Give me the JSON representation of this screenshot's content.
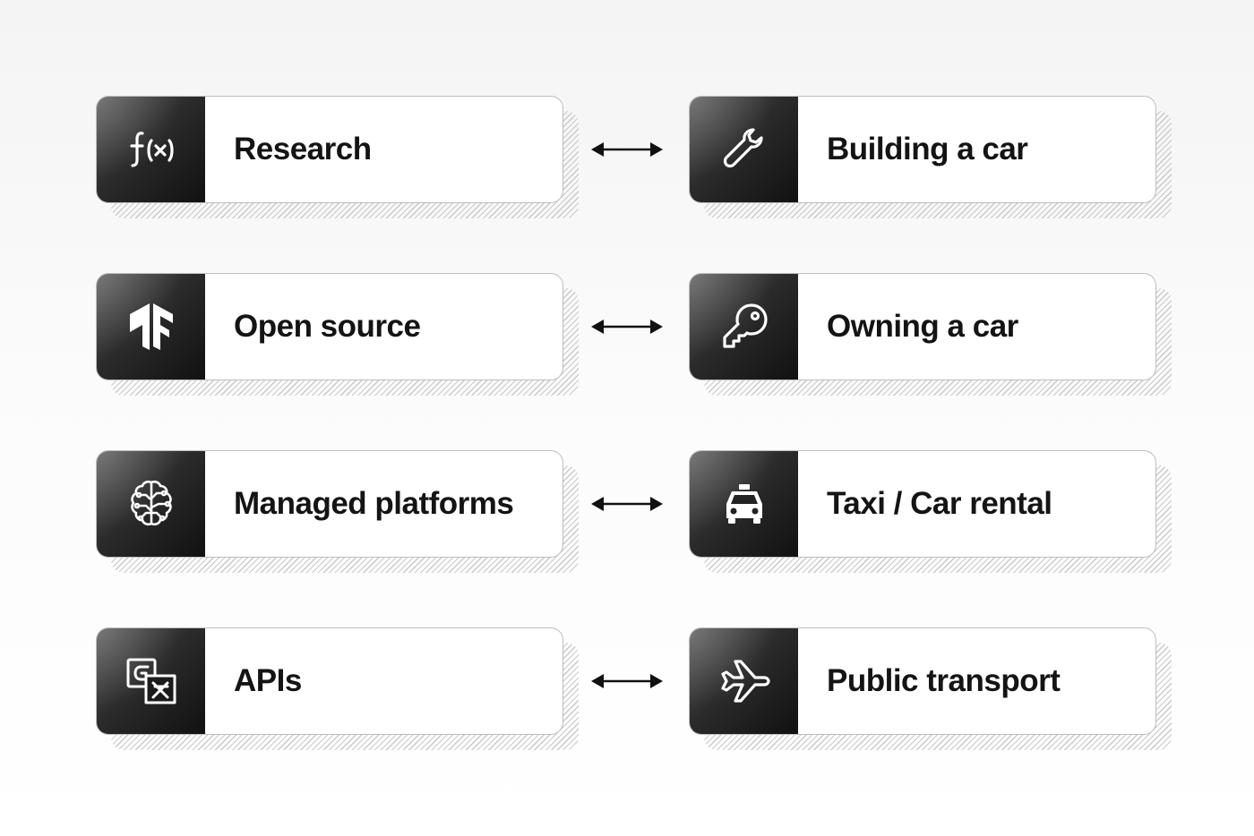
{
  "rows": [
    {
      "left": {
        "label": "Research",
        "icon": "function-icon"
      },
      "right": {
        "label": "Building a car",
        "icon": "wrench-icon"
      }
    },
    {
      "left": {
        "label": "Open source",
        "icon": "tensorflow-logo-icon"
      },
      "right": {
        "label": "Owning a car",
        "icon": "key-icon"
      }
    },
    {
      "left": {
        "label": "Managed platforms",
        "icon": "brain-circuit-icon"
      },
      "right": {
        "label": "Taxi / Car rental",
        "icon": "taxi-icon"
      }
    },
    {
      "left": {
        "label": "APIs",
        "icon": "translate-icon"
      },
      "right": {
        "label": "Public transport",
        "icon": "airplane-icon"
      }
    }
  ],
  "connector": {
    "icon": "double-arrow-icon"
  },
  "colors": {
    "tile_dark": "#111111",
    "tile_light": "#5b5b5b",
    "card_bg": "#ffffff",
    "card_border": "#bdbdbd",
    "text": "#141414",
    "hatch": "#c9c9c9"
  }
}
